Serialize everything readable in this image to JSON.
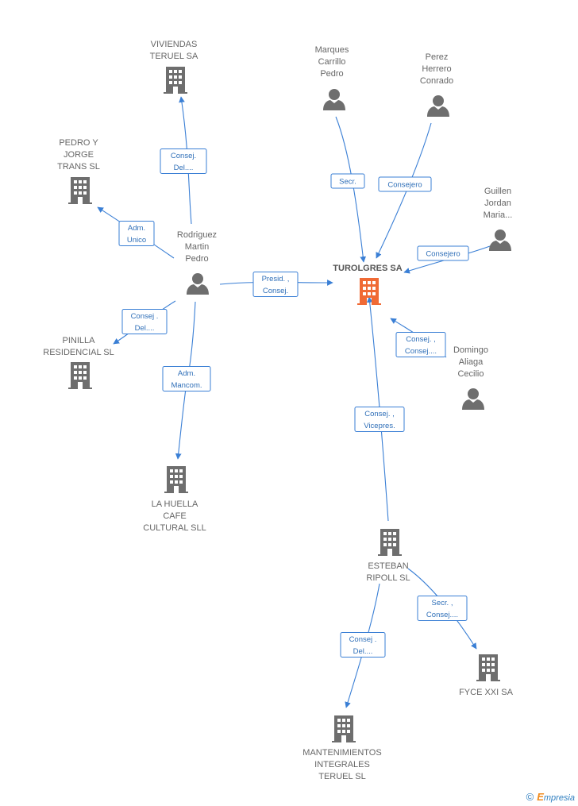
{
  "colors": {
    "edge": "#3a7fd5",
    "node": "#6e6e6e",
    "focus": "#f06a35"
  },
  "nodes": [
    {
      "id": "viviendas",
      "type": "company",
      "label": [
        "VIVIENDAS",
        "TERUEL SA"
      ]
    },
    {
      "id": "pedro_jorge",
      "type": "company",
      "label": [
        "PEDRO Y",
        "JORGE",
        "TRANS SL"
      ]
    },
    {
      "id": "rodriguez",
      "type": "person",
      "label": [
        "Rodriguez",
        "Martin",
        "Pedro"
      ]
    },
    {
      "id": "pinilla",
      "type": "company",
      "label": [
        "PINILLA",
        "RESIDENCIAL SL"
      ]
    },
    {
      "id": "la_huella",
      "type": "company",
      "label": [
        "LA HUELLA",
        "CAFE",
        "CULTURAL SLL"
      ]
    },
    {
      "id": "marques",
      "type": "person",
      "label": [
        "Marques",
        "Carrillo",
        "Pedro"
      ]
    },
    {
      "id": "perez",
      "type": "person",
      "label": [
        "Perez",
        "Herrero",
        "Conrado"
      ]
    },
    {
      "id": "guillen",
      "type": "person",
      "label": [
        "Guillen",
        "Jordan",
        "Maria..."
      ]
    },
    {
      "id": "turolgres",
      "type": "focus",
      "label": [
        "TUROLGRES SA"
      ]
    },
    {
      "id": "domingo",
      "type": "person",
      "label": [
        "Domingo",
        "Aliaga",
        "Cecilio"
      ]
    },
    {
      "id": "esteban",
      "type": "company",
      "label": [
        "ESTEBAN",
        "RIPOLL SL"
      ]
    },
    {
      "id": "fyce",
      "type": "company",
      "label": [
        "FYCE XXI SA"
      ]
    },
    {
      "id": "mantenimientos",
      "type": "company",
      "label": [
        "MANTENIMIENTOS",
        "INTEGRALES",
        "TERUEL SL"
      ]
    }
  ],
  "edges": [
    {
      "from": "rodriguez",
      "to": "viviendas",
      "label": [
        "Consej.",
        "Del...."
      ]
    },
    {
      "from": "rodriguez",
      "to": "pedro_jorge",
      "label": [
        "Adm.",
        "Unico"
      ]
    },
    {
      "from": "rodriguez",
      "to": "turolgres",
      "label": [
        "Presid. ,",
        "Consej."
      ]
    },
    {
      "from": "rodriguez",
      "to": "pinilla",
      "label": [
        "Consej .",
        "Del...."
      ]
    },
    {
      "from": "rodriguez",
      "to": "la_huella",
      "label": [
        "Adm.",
        "Mancom."
      ]
    },
    {
      "from": "marques",
      "to": "turolgres",
      "label": [
        "Secr."
      ]
    },
    {
      "from": "perez",
      "to": "turolgres",
      "label": [
        "Consejero"
      ]
    },
    {
      "from": "guillen",
      "to": "turolgres",
      "label": [
        "Consejero"
      ]
    },
    {
      "from": "domingo",
      "to": "turolgres",
      "label": [
        "Consej. ,",
        "Consej...."
      ]
    },
    {
      "from": "esteban",
      "to": "turolgres",
      "label": [
        "Consej. ,",
        "Vicepres."
      ]
    },
    {
      "from": "esteban",
      "to": "fyce",
      "label": [
        "Secr. ,",
        "Consej...."
      ]
    },
    {
      "from": "esteban",
      "to": "mantenimientos",
      "label": [
        "Consej .",
        "Del...."
      ]
    }
  ],
  "brand": {
    "symbol": "©",
    "first": "E",
    "rest": "mpresia"
  }
}
